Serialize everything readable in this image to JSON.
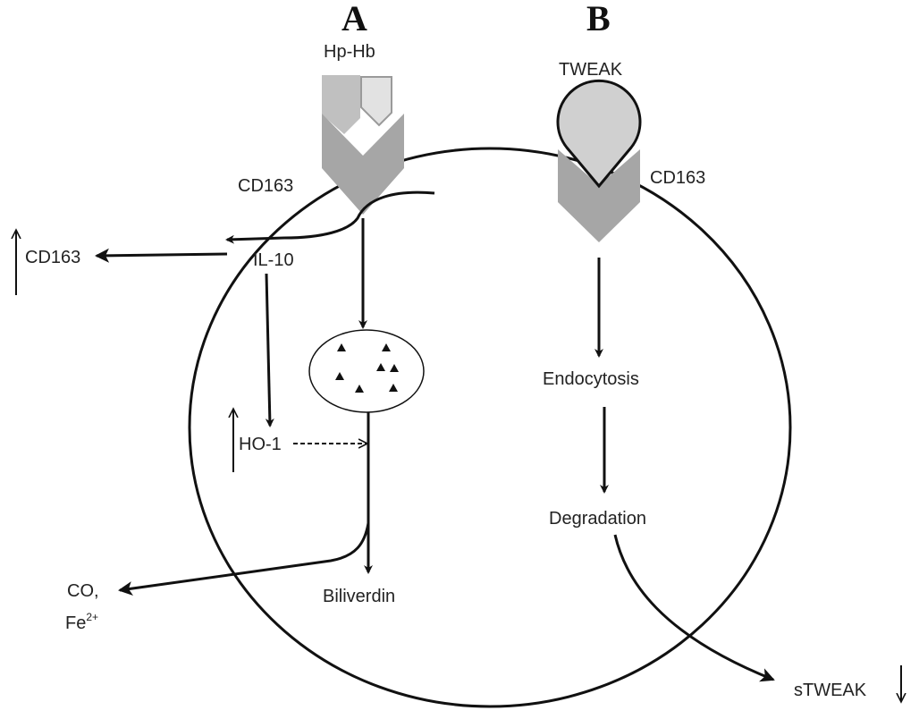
{
  "panels": {
    "a": "A",
    "b": "B"
  },
  "labels": {
    "hp_hb": "Hp-Hb",
    "cd163_a": "CD163",
    "il10": "IL-10",
    "cd163_up": "CD163",
    "ho1": "HO-1",
    "biliverdin": "Biliverdin",
    "co": "CO,",
    "fe": "Fe",
    "fe_charge": "2+",
    "tweak": "TWEAK",
    "cd163_b": "CD163",
    "endocytosis": "Endocytosis",
    "degradation": "Degradation",
    "stweak": "sTWEAK"
  },
  "colors": {
    "receptor": "#a6a6a6",
    "ligand_dark": "#c0c0c0",
    "ligand_light": "#e2e2e2",
    "tweak_fill": "#d0d0d0",
    "stroke": "#111111"
  }
}
